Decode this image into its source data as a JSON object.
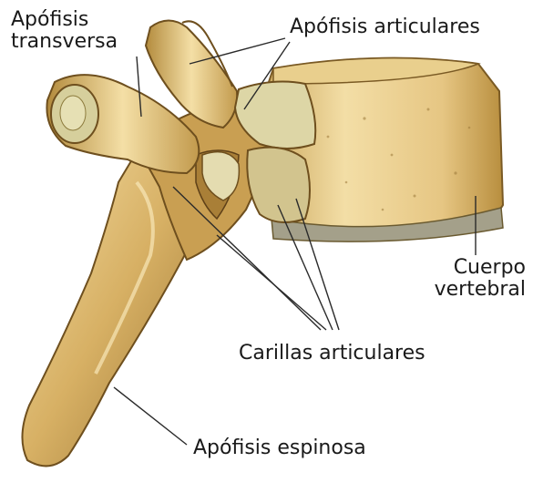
{
  "labels": {
    "apofisis_transversa": {
      "line1": "Apófisis",
      "line2": "transversa"
    },
    "apofisis_articulares": "Apófisis articulares",
    "cuerpo_vertebral": {
      "line1": "Cuerpo",
      "line2": "vertebral"
    },
    "carillas_articulares": "Carillas articulares",
    "apofisis_espinosa": "Apófisis espinosa"
  },
  "colors": {
    "bone_light": "#f2d99a",
    "bone_mid": "#d9b465",
    "bone_dark": "#8a6a2a",
    "facet_surface": "#ded6a8",
    "leader_line": "#2a2a2a"
  }
}
